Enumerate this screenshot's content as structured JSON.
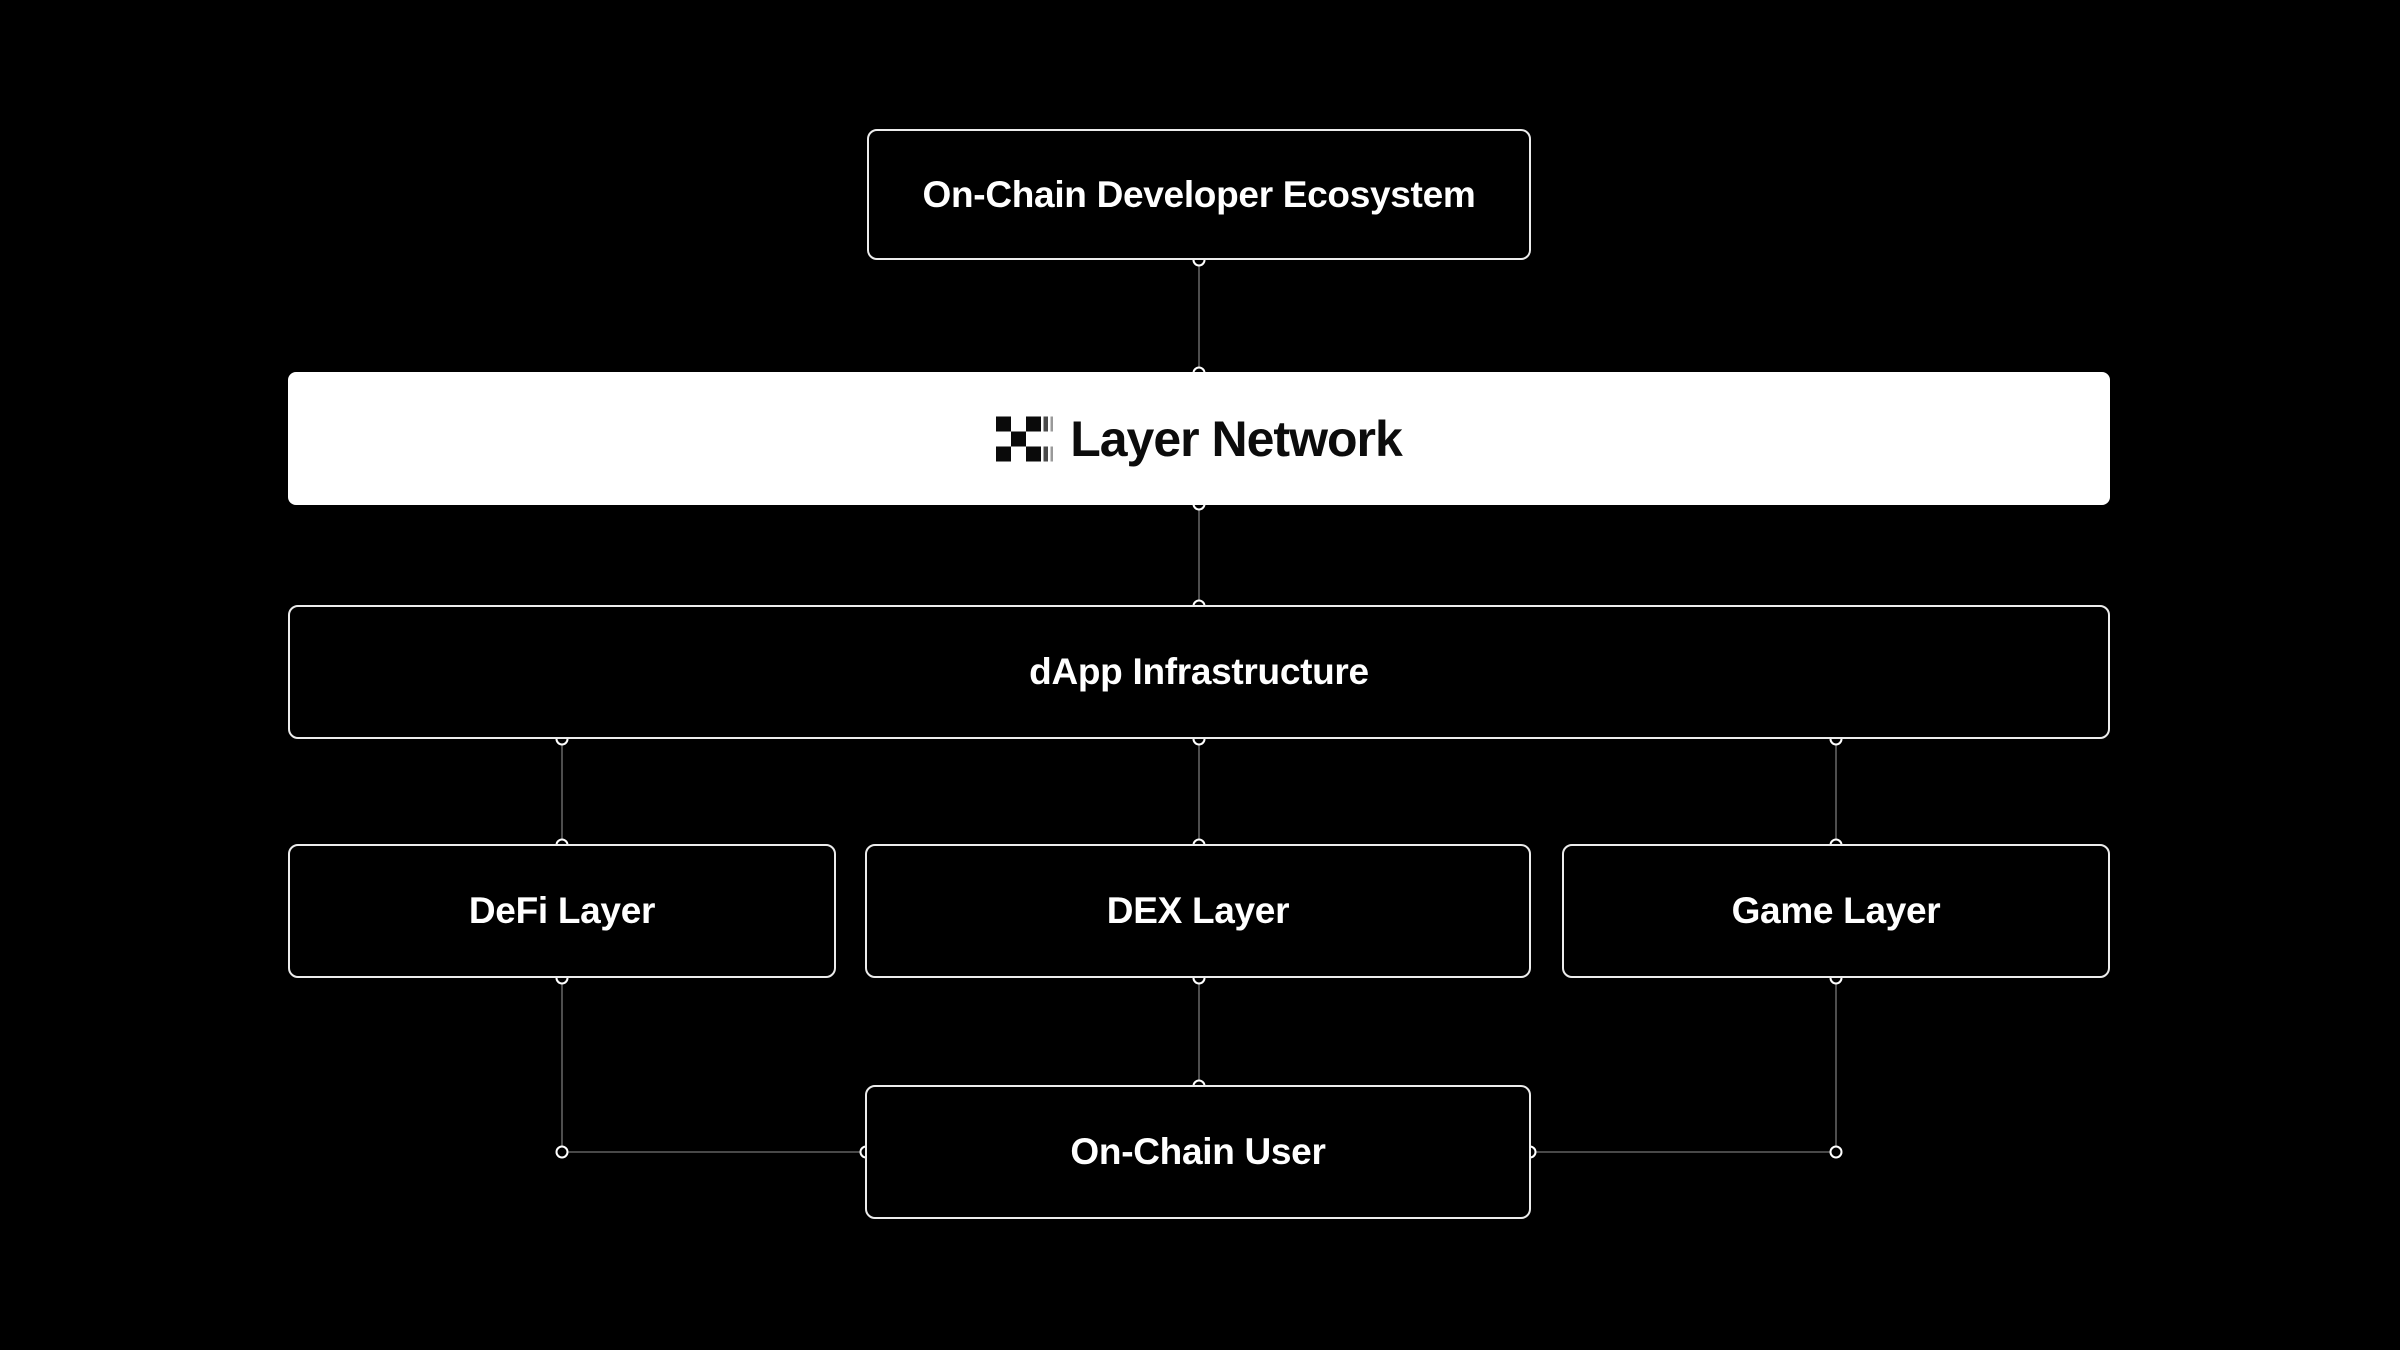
{
  "diagram": {
    "nodes": {
      "ecosystem": {
        "label": "On-Chain Developer Ecosystem",
        "variant": "outline"
      },
      "network": {
        "label": "Layer Network",
        "variant": "highlight",
        "icon": "x-layer-logo-icon"
      },
      "dapp": {
        "label": "dApp Infrastructure",
        "variant": "outline"
      },
      "defi": {
        "label": "DeFi Layer",
        "variant": "outline"
      },
      "dex": {
        "label": "DEX Layer",
        "variant": "outline"
      },
      "game": {
        "label": "Game Layer",
        "variant": "outline"
      },
      "user": {
        "label": "On-Chain User",
        "variant": "outline"
      }
    },
    "edges": [
      {
        "from": "ecosystem",
        "to": "network"
      },
      {
        "from": "network",
        "to": "dapp"
      },
      {
        "from": "dapp",
        "to": "defi"
      },
      {
        "from": "dapp",
        "to": "dex"
      },
      {
        "from": "dapp",
        "to": "game"
      },
      {
        "from": "defi",
        "to": "user"
      },
      {
        "from": "dex",
        "to": "user"
      },
      {
        "from": "game",
        "to": "user"
      }
    ],
    "colors": {
      "background": "#000000",
      "box_fill": "#000000",
      "box_border": "#ececec",
      "box_text": "#ffffff",
      "highlight_fill": "#ffffff",
      "highlight_text": "#0c0c0c",
      "connector": "#616161",
      "handle_fill": "#000000",
      "handle_stroke": "#ffffff",
      "logo_black": "#0a0a0a",
      "logo_stripe_dark": "#4a4a4a",
      "logo_stripe_light": "#999999"
    }
  }
}
